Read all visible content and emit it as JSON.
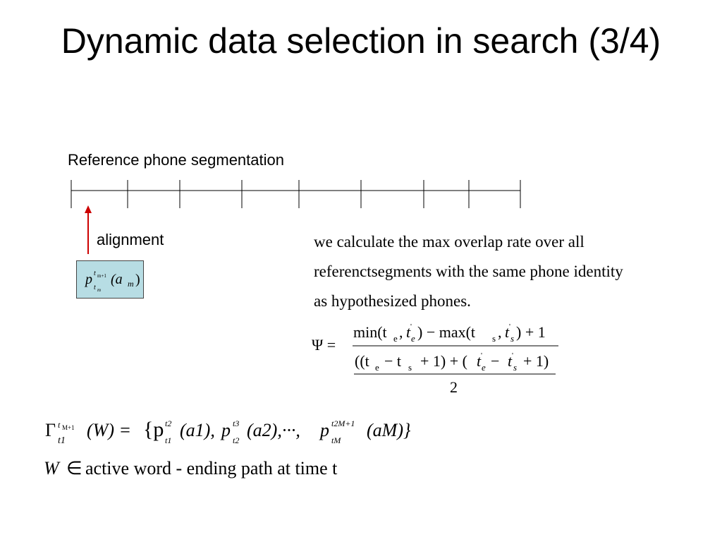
{
  "title": "Dynamic data selection in search (3/4)",
  "segmentation_label": "Reference phone segmentation",
  "alignment_label": "alignment",
  "description_lines": [
    "we calculate the max overlap rate over all",
    "referenctsegments with the same phone identity",
    "as hypothesized phones."
  ],
  "hypothesis_box": {
    "p": "p",
    "sup": "t",
    "sup_sub": "m+1",
    "sub": "t",
    "sub_sub": "m",
    "arg": "(a",
    "arg_sub": "m",
    "close": ")"
  },
  "psi_equation": {
    "lhs": "Ψ =",
    "numerator_min": "min(t",
    "e": "e",
    "comma": ",",
    "t": "t",
    "prime": "'",
    "numerator_mid": ") − max(t",
    "s": "s",
    "numerator_end": ") + 1",
    "den_open": "((t",
    "den_minus": "− t",
    "den_plus1": "+ 1) + (",
    "den_end": "+ 1)",
    "minus": "−",
    "two": "2"
  },
  "gamma_equation": {
    "gamma": "Γ",
    "sup": "t",
    "sup_sub": "M+1",
    "sub": "t1",
    "w": "(W) =",
    "terms": "{p",
    "p1_sup": "t2",
    "p1_sub": "t1",
    "a1": "(a1),",
    "p2": "p",
    "p2_sup": "t3",
    "p2_sub": "t2",
    "a2": "(a2),···,",
    "p3": "p",
    "p3_sup": "t2M+1",
    "p3_sub": "tM",
    "a3": "(aM)}"
  },
  "w_line": {
    "w": "W",
    "in": "∈",
    "text": "active word - ending path at time t"
  },
  "colors": {
    "arrow": "#cc0000",
    "box_fill": "#b7dde4"
  }
}
